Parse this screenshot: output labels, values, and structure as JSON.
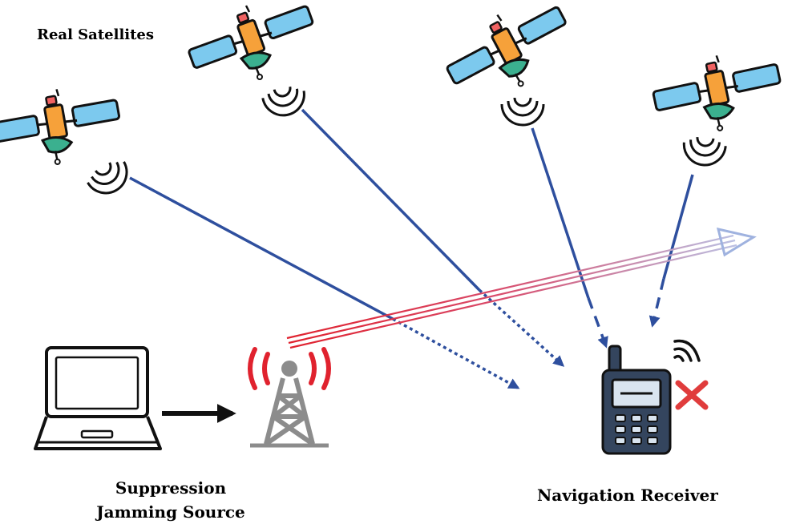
{
  "labels": {
    "real_satellites": "Real Satellites",
    "jamming_line1": "Suppression",
    "jamming_line2": "Jamming Source",
    "receiver": "Navigation Receiver"
  },
  "icons": {
    "satellite": "satellite-icon",
    "laptop": "laptop-icon",
    "tower": "radio-tower-icon",
    "receiver": "gnss-receiver-icon",
    "error": "x-mark-icon"
  },
  "colors": {
    "signal_blue": "#2e4f9e",
    "jam_red": "#e0222e",
    "jam_fade_blue": "#8fa6d6",
    "solar_panel": "#7cc9ee",
    "satellite_body": "#f6a13a",
    "dish": "#3bb08f",
    "tower_grey": "#8c8c8c",
    "tower_waves": "#e0222e",
    "receiver_body": "#34455e",
    "x_mark": "#e03c3c"
  }
}
